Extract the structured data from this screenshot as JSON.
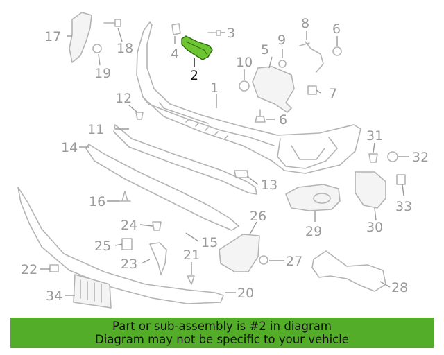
{
  "callouts": {
    "c1": "1",
    "c2": "2",
    "c3": "3",
    "c4": "4",
    "c5": "5",
    "c6a": "6",
    "c6b": "6",
    "c7": "7",
    "c8": "8",
    "c9": "9",
    "c10": "10",
    "c11": "11",
    "c12": "12",
    "c13": "13",
    "c14": "14",
    "c15": "15",
    "c16": "16",
    "c17": "17",
    "c18": "18",
    "c19": "19",
    "c20": "20",
    "c21": "21",
    "c22": "22",
    "c23": "23",
    "c24": "24",
    "c25": "25",
    "c26": "26",
    "c27": "27",
    "c28": "28",
    "c29": "29",
    "c30": "30",
    "c31": "31",
    "c32": "32",
    "c33": "33",
    "c34": "34"
  },
  "highlight_part": "2",
  "colors": {
    "highlight_part": "#6cc531",
    "banner_bg": "#53ad29",
    "part_line": "#b4b4b4",
    "callout_text": "#9a9a9a"
  },
  "banner": {
    "line1": "Part or sub-assembly is #2 in diagram",
    "line2": "Diagram may not be specific to your vehicle"
  }
}
